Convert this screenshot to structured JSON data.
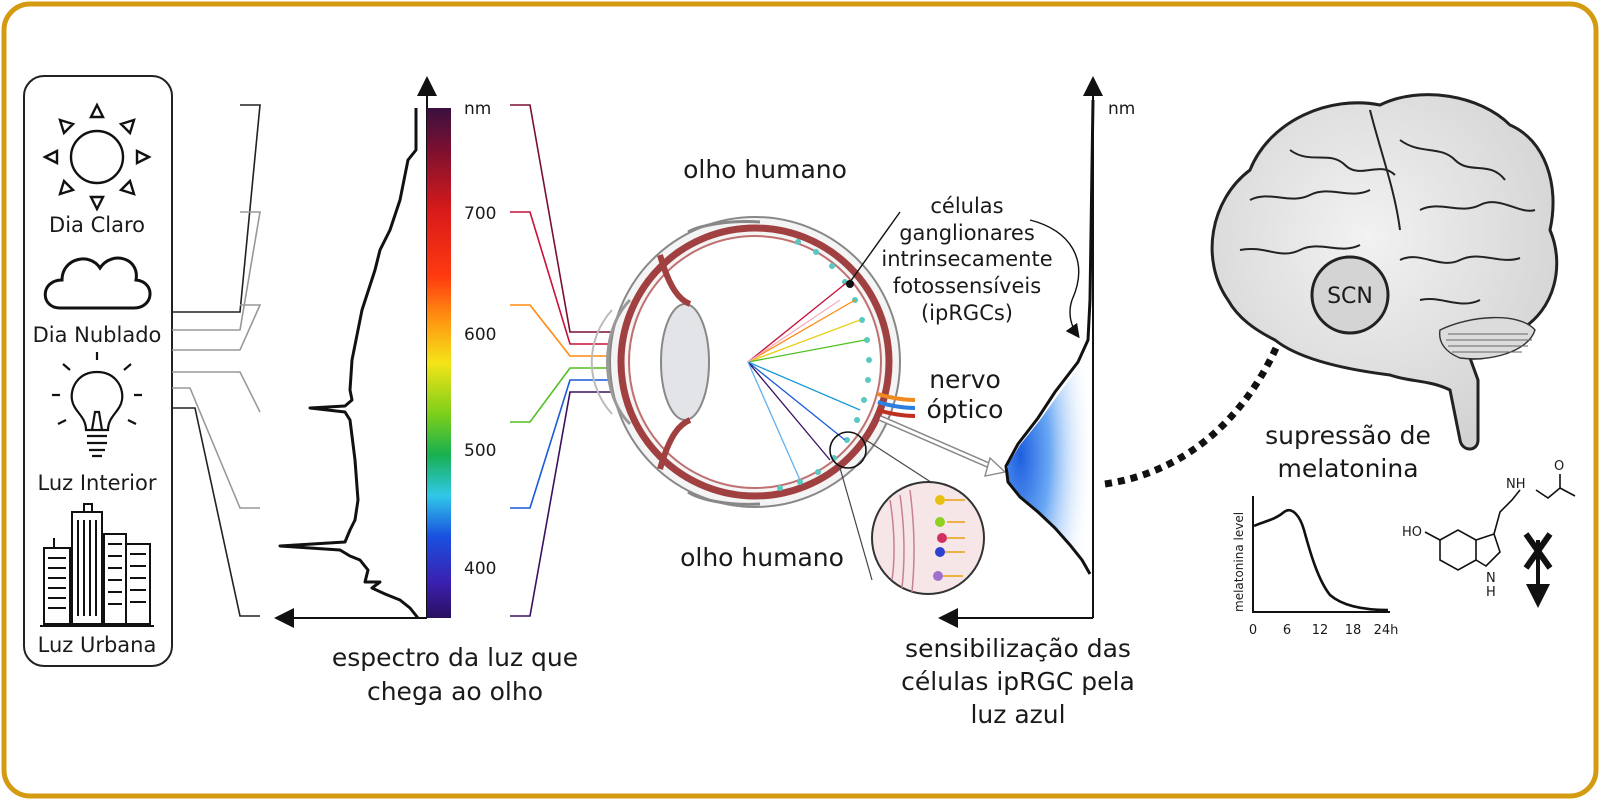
{
  "sources": {
    "items": [
      {
        "label": "Dia Claro",
        "icon": "sun-icon"
      },
      {
        "label": "Dia Nublado",
        "icon": "cloud-icon"
      },
      {
        "label": "Luz Interior",
        "icon": "lightbulb-icon"
      },
      {
        "label": "Luz Urbana",
        "icon": "city-buildings-icon"
      }
    ]
  },
  "spectrum": {
    "unit": "nm",
    "ticks": [
      "700",
      "600",
      "500",
      "400"
    ],
    "caption_line1": "espectro da luz que",
    "caption_line2": "chega ao olho"
  },
  "eye": {
    "label_top": "olho humano",
    "label_bottom": "olho humano",
    "ipRGC_line1": "células",
    "ipRGC_line2": "ganglionares",
    "ipRGC_line3": "intrinsecamente",
    "ipRGC_line4": "fotossensíveis",
    "ipRGC_line5": "(ipRGCs)",
    "nerve_line1": "nervo",
    "nerve_line2": "óptico"
  },
  "sensitivity": {
    "unit": "nm",
    "caption_line1": "sensibilização das",
    "caption_line2": "células ipRGC pela",
    "caption_line3": "luz azul"
  },
  "brain": {
    "scn_label": "SCN",
    "effect_line1": "supressão de",
    "effect_line2": "melatonina"
  },
  "melatonin_chart": {
    "ylabel": "melatonina level",
    "xticks": [
      "0",
      "6",
      "12",
      "18",
      "24h"
    ]
  },
  "molecule": {
    "ho_label": "HO",
    "nh_label": "NH",
    "h_label": "H",
    "n_label": "N",
    "o_label": "O"
  },
  "colors": {
    "border": "#D49B12",
    "ink": "#111111",
    "blue_glow": "#2F7BE8"
  }
}
